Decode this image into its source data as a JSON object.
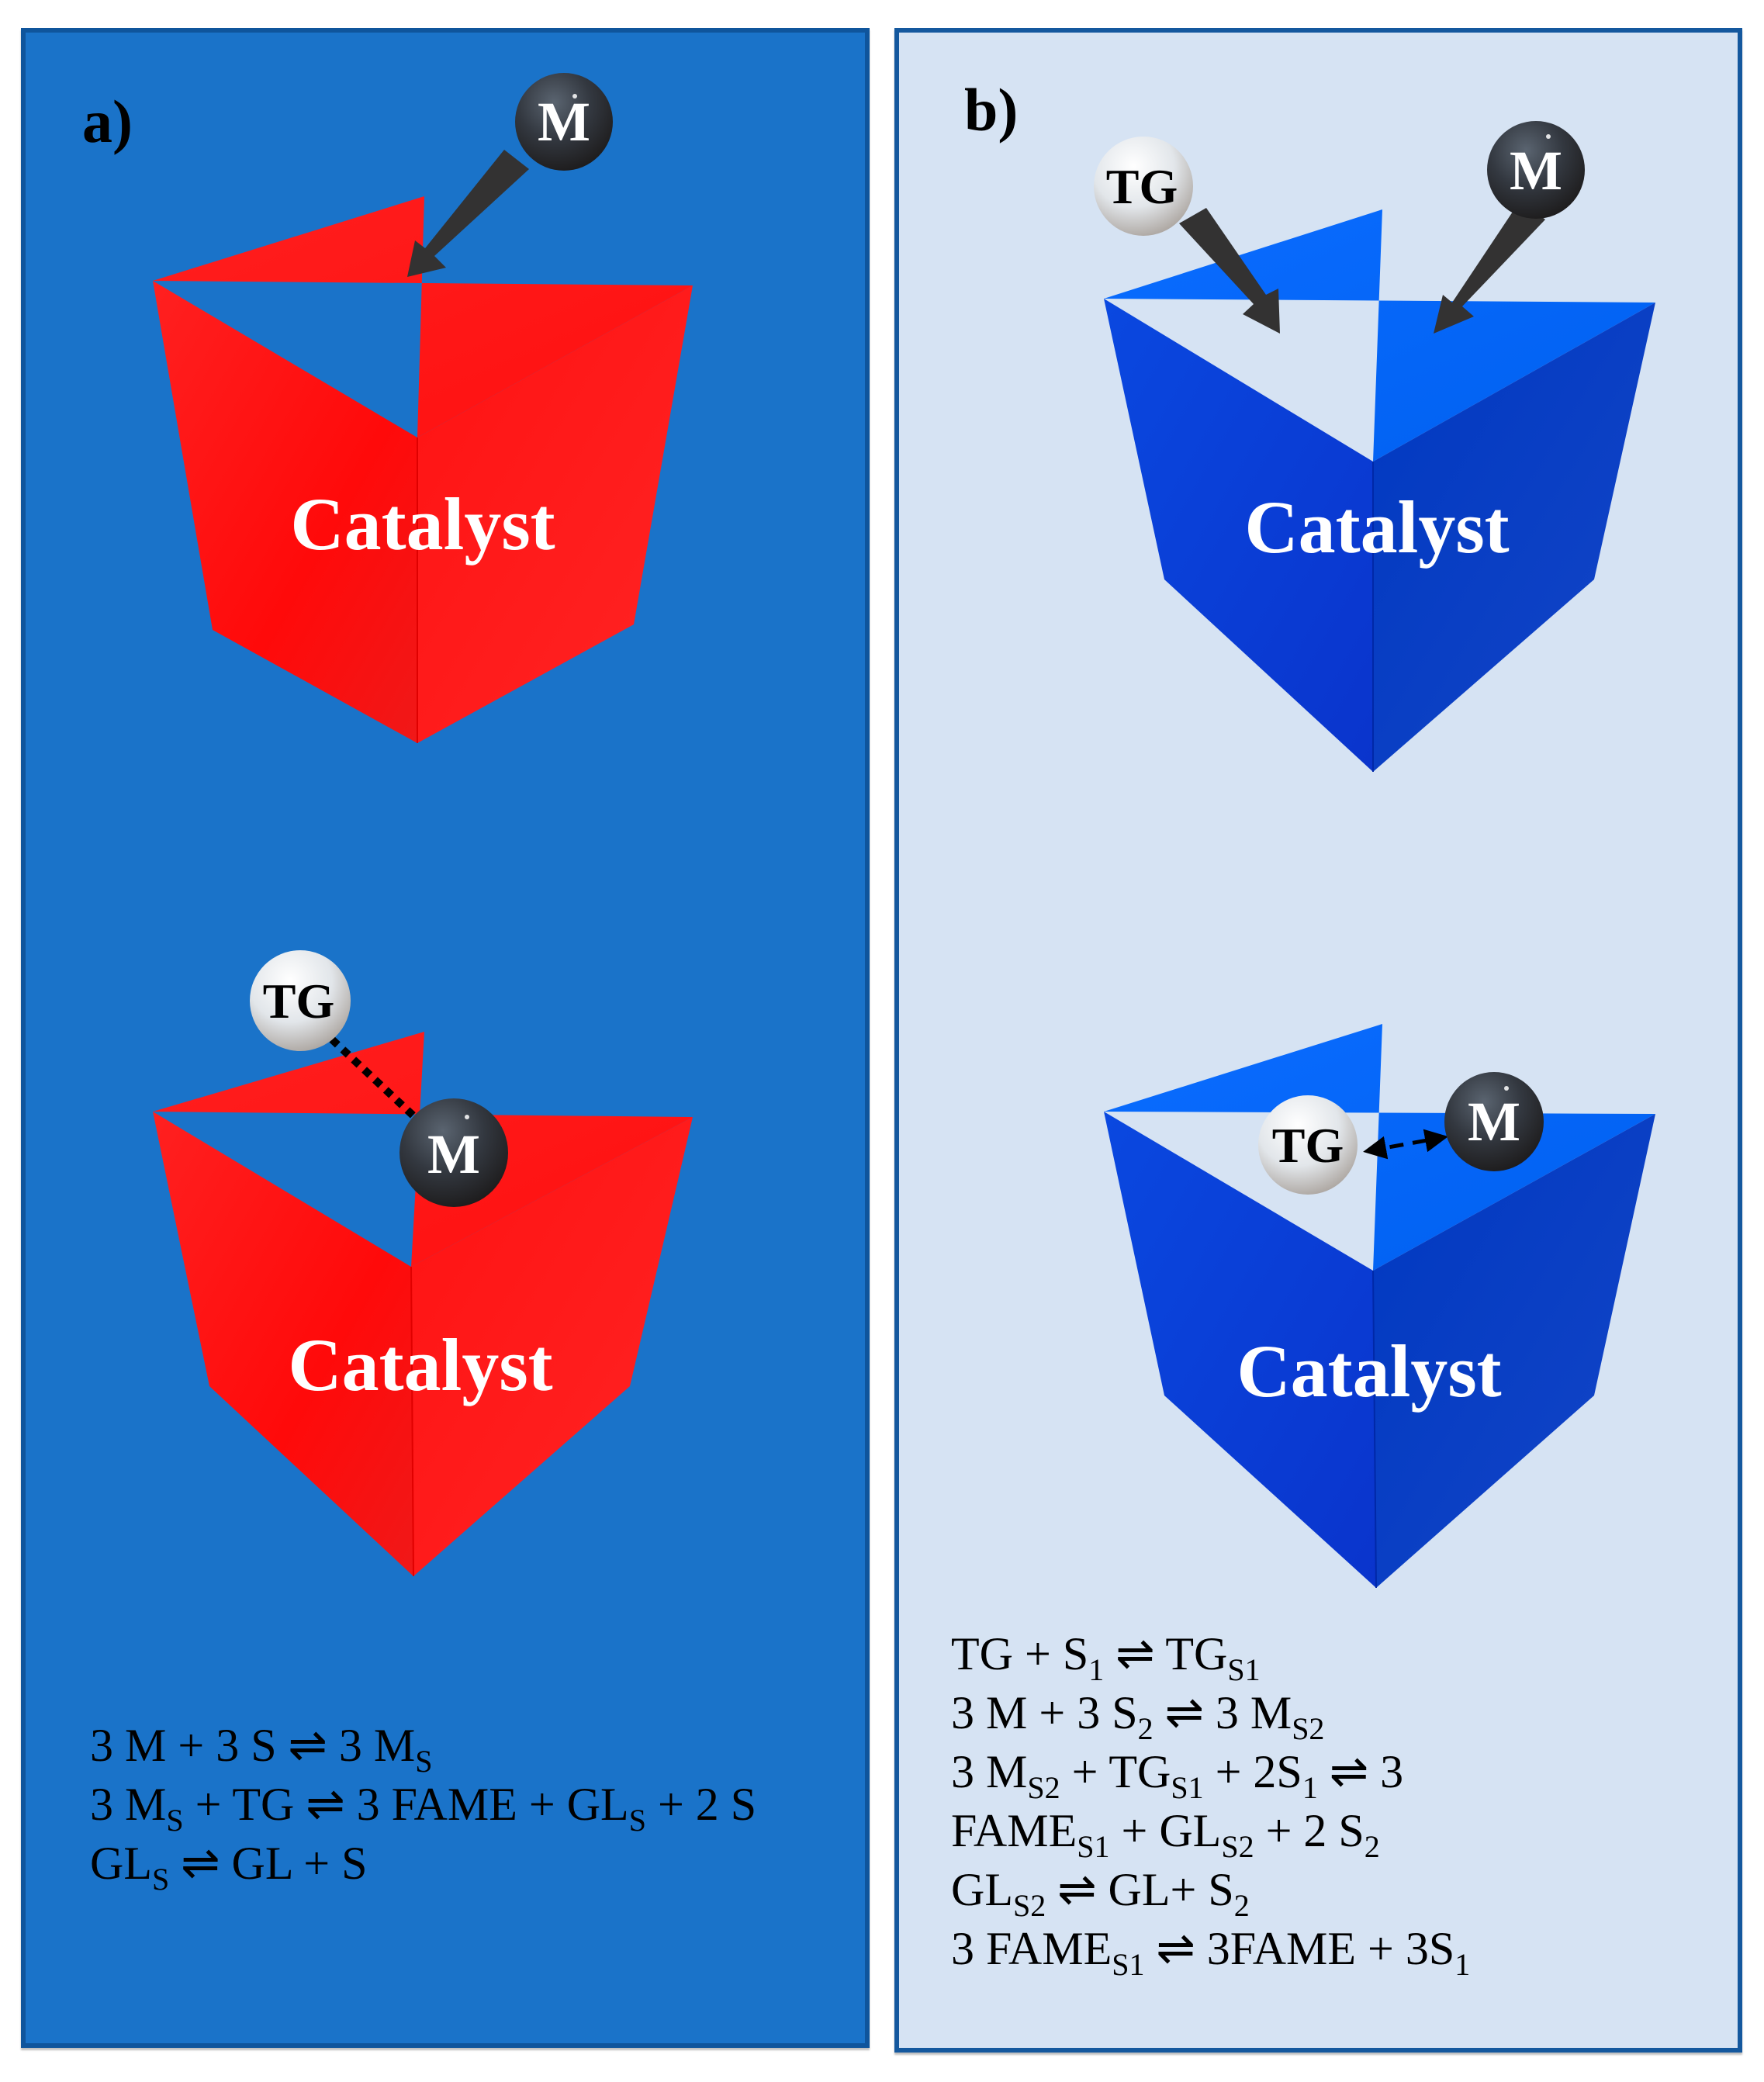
{
  "figure": {
    "background": "#ffffff",
    "panels": {
      "a": {
        "label": "a)",
        "background": "#1a73c9",
        "border_color": "#0f559c",
        "cube_color": "#ff1010",
        "top_scene": {
          "cube_label": "Catalyst",
          "ball_m_label": "M",
          "arrow": "M to catalyst surface"
        },
        "bottom_scene": {
          "cube_label": "Catalyst",
          "ball_tg_label": "TG",
          "ball_m_label": "M",
          "connector": "dotted line TG–M (adsorbed M)"
        },
        "equations": [
          {
            "parts": [
              {
                "t": "3 M + 3 S ⇌ 3 M"
              },
              {
                "sub": "S"
              }
            ]
          },
          {
            "parts": [
              {
                "t": "3 M"
              },
              {
                "sub": "S"
              },
              {
                "t": " + TG ⇌ 3 FAME + GL"
              },
              {
                "sub": "S"
              },
              {
                "t": " + 2 S"
              }
            ]
          },
          {
            "parts": [
              {
                "t": "GL"
              },
              {
                "sub": "S"
              },
              {
                "t": " ⇌ GL + S"
              }
            ]
          }
        ]
      },
      "b": {
        "label": "b)",
        "background": "#d6e3f3",
        "border_color": "#14589e",
        "cube_color": "#0a5ef0",
        "top_scene": {
          "cube_label": "Catalyst",
          "ball_tg_label": "TG",
          "ball_m_label": "M",
          "arrows": "TG and M to catalyst surface"
        },
        "bottom_scene": {
          "cube_label": "Catalyst",
          "ball_tg_label": "TG",
          "ball_m_label": "M",
          "connector": "dashed double-headed arrow TG–M (both adsorbed)"
        },
        "equations": [
          {
            "parts": [
              {
                "t": "TG + S"
              },
              {
                "sub": "1"
              },
              {
                "t": " ⇌ TG"
              },
              {
                "sub": "S1"
              }
            ]
          },
          {
            "parts": [
              {
                "t": "3 M + 3 S"
              },
              {
                "sub": "2"
              },
              {
                "t": " ⇌ 3 M"
              },
              {
                "sub": "S2"
              }
            ]
          },
          {
            "parts": [
              {
                "t": "3 M"
              },
              {
                "sub": "S2"
              },
              {
                "t": " + TG"
              },
              {
                "sub": "S1"
              },
              {
                "t": " + 2S"
              },
              {
                "sub": "1"
              },
              {
                "t": " ⇌ 3"
              }
            ]
          },
          {
            "parts": [
              {
                "t": "FAME"
              },
              {
                "sub": "S1"
              },
              {
                "t": " + GL"
              },
              {
                "sub": "S2"
              },
              {
                "t": " + 2 S"
              },
              {
                "sub": "2"
              }
            ]
          },
          {
            "parts": [
              {
                "t": "GL"
              },
              {
                "sub": "S2"
              },
              {
                "t": " ⇌ GL+ S"
              },
              {
                "sub": "2"
              }
            ]
          },
          {
            "parts": [
              {
                "t": "3 FAME"
              },
              {
                "sub": "S1"
              },
              {
                "t": " ⇌ 3FAME + 3S"
              },
              {
                "sub": "1"
              }
            ]
          }
        ]
      }
    }
  }
}
